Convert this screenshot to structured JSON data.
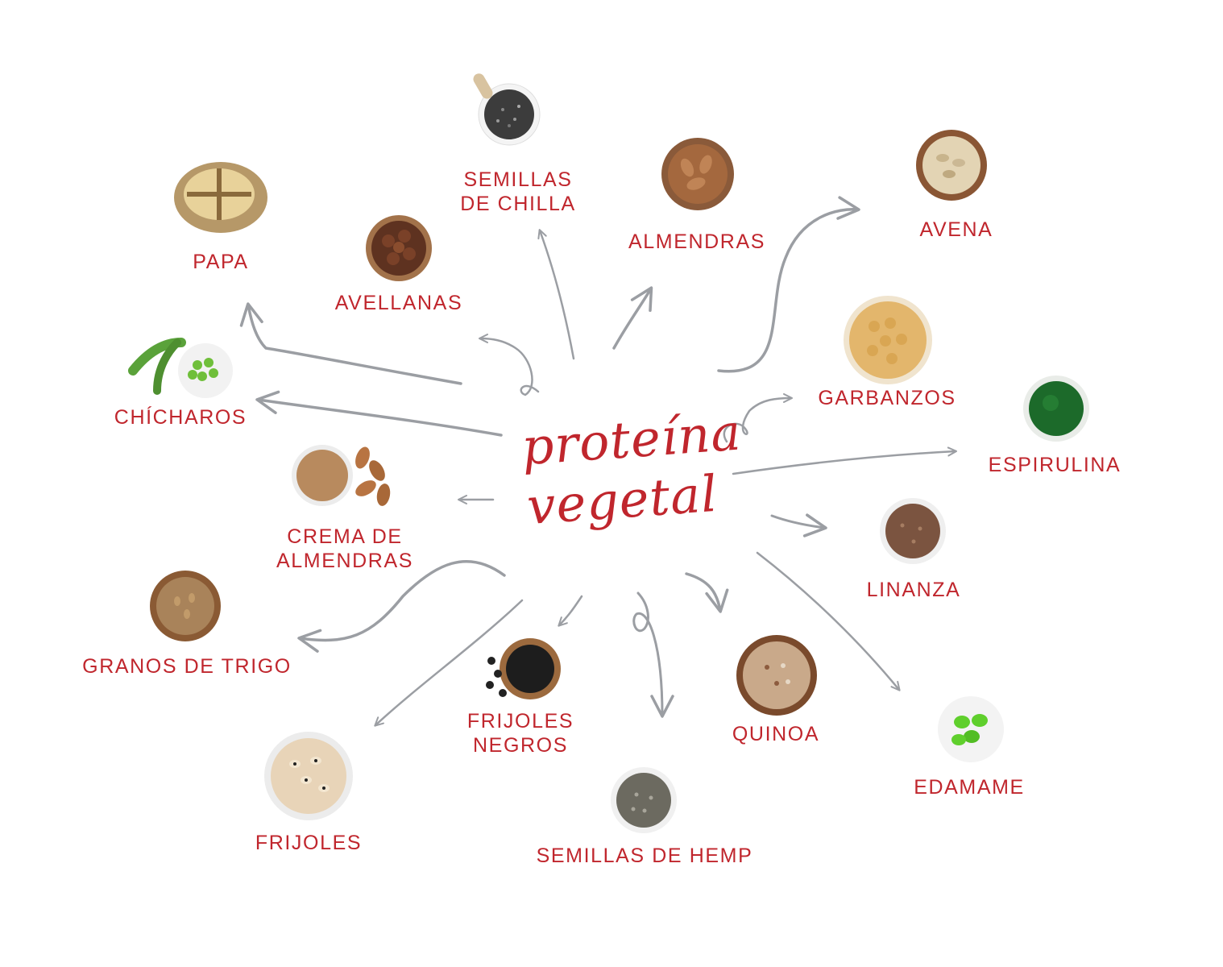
{
  "center": {
    "line1": "proteína",
    "line2": "vegetal"
  },
  "labels": {
    "chia": [
      "SEMILLAS",
      "DE CHILLA"
    ],
    "papa": [
      "PAPA"
    ],
    "avellanas": [
      "AVELLANAS"
    ],
    "almendras": [
      "ALMENDRAS"
    ],
    "avena": [
      "AVENA"
    ],
    "chicharos": [
      "CHÍCHAROS"
    ],
    "garbanzos": [
      "GARBANZOS"
    ],
    "espirulina": [
      "ESPIRULINA"
    ],
    "crema": [
      "CREMA DE",
      "ALMENDRAS"
    ],
    "linanza": [
      "LINANZA"
    ],
    "trigo": [
      "GRANOS DE TRIGO"
    ],
    "frijoles_negros": [
      "FRIJOLES",
      "NEGROS"
    ],
    "quinoa": [
      "QUINOA"
    ],
    "edamame": [
      "EDAMAME"
    ],
    "frijoles": [
      "FRIJOLES"
    ],
    "hemp": [
      "SEMILLAS DE HEMP"
    ]
  },
  "colors": {
    "label": "#c0262d",
    "arrow": "#9b9ea3"
  }
}
